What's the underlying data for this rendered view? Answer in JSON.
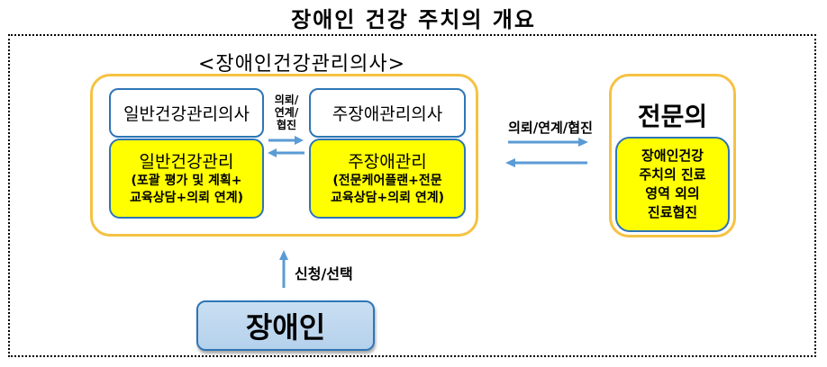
{
  "title": "장애인 건강 주치의 개요",
  "group_label": "<장애인건강관리의사>",
  "general": {
    "doctor_label": "일반건강관리의사",
    "service_title": "일반건강관리",
    "service_detail_line1": "(포괄 평가 및 계획+",
    "service_detail_line2": "교육상담+의뢰 연계)"
  },
  "disability": {
    "doctor_label": "주장애관리의사",
    "service_title": "주장애관리",
    "service_detail_line1": "(전문케어플랜+전문",
    "service_detail_line2": "교육상담+의뢰 연계)"
  },
  "inner_link": {
    "line1": "의뢰/",
    "line2": "연계/",
    "line3": "협진"
  },
  "outer_link": "의뢰/연계/협진",
  "specialist": {
    "title": "전문의",
    "line1": "장애인건강",
    "line2": "주치의 진료",
    "line3": "영역 외의",
    "line4": "진료협진"
  },
  "apply_label": "신청/선택",
  "person_label": "장애인",
  "colors": {
    "frame_yellow": "#F5C242",
    "box_blue": "#2E75B6",
    "fill_yellow": "#FFFF00",
    "arrow_blue": "#5B9BD5",
    "person_fill": "#BDD7EE"
  }
}
